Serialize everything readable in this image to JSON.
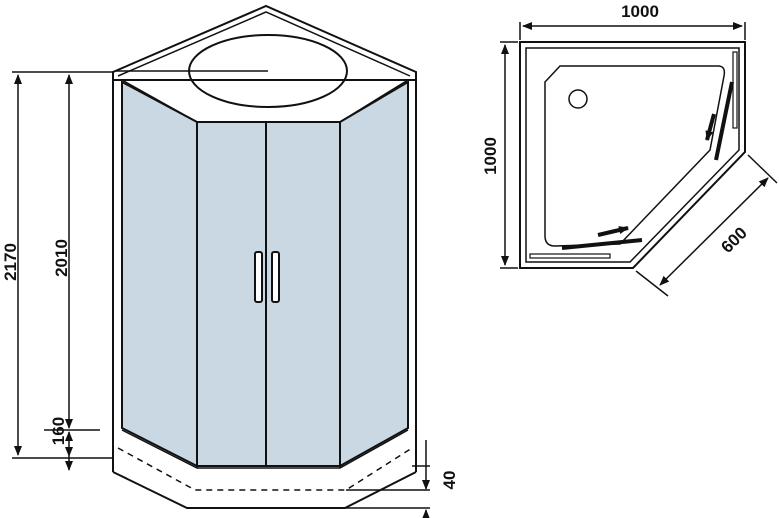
{
  "front_view": {
    "height_total": "2170",
    "height_cabin": "2010",
    "tray_height": "160",
    "tray_offset": "40"
  },
  "plan_view": {
    "width": "1000",
    "depth": "1000",
    "door_side": "600"
  },
  "colors": {
    "line": "#111111",
    "glass": "#c9d8e2",
    "background": "#ffffff"
  }
}
